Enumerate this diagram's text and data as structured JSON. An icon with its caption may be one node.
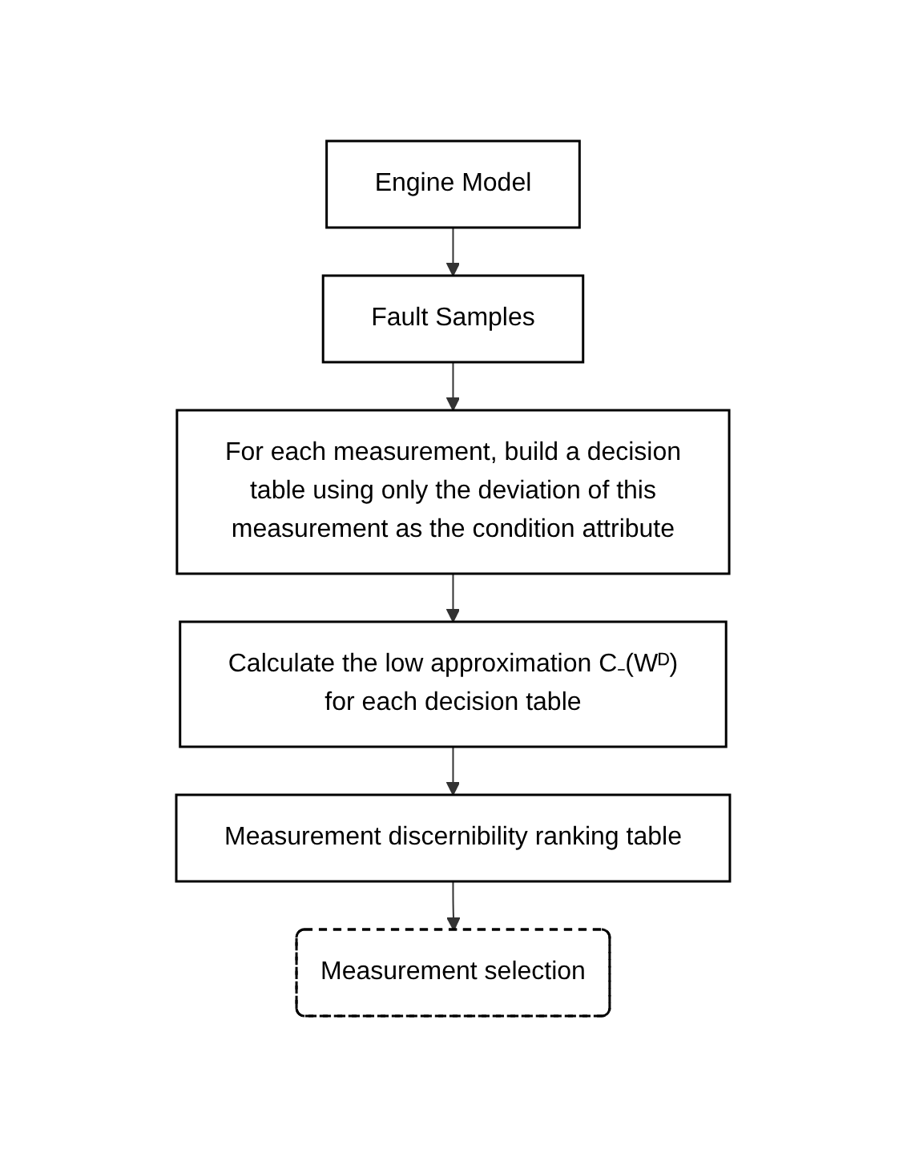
{
  "diagram": {
    "nodes": [
      {
        "text": [
          "Engine Model"
        ]
      },
      {
        "text": [
          "Fault Samples"
        ]
      },
      {
        "text": [
          "For each measurement, build a decision table using only the deviation of this measurement as the condition attribute"
        ]
      },
      {
        "text": [
          "Calculate the low approximation C₋(Wᴰ) for each decision table"
        ]
      },
      {
        "text": [
          "Measurement discernibility ranking table"
        ]
      },
      {
        "text": [
          "Measurement selection"
        ]
      }
    ],
    "edges": [
      {
        "from": 0,
        "to": 1,
        "arrow": "to"
      },
      {
        "from": 1,
        "to": 2,
        "arrow": "to"
      },
      {
        "from": 2,
        "to": 3,
        "arrow": "to"
      },
      {
        "from": 3,
        "to": 4,
        "arrow": "to"
      },
      {
        "from": 4,
        "to": 5,
        "arrow": "to"
      }
    ]
  }
}
